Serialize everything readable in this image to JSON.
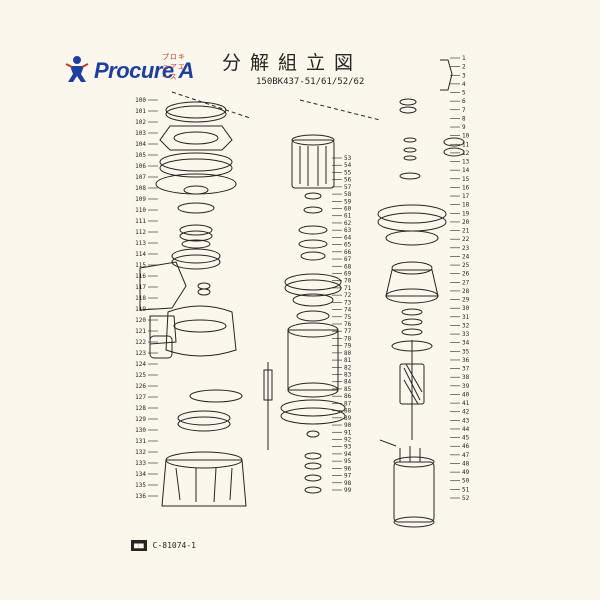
{
  "logo": {
    "brand": "Procure A",
    "kana": "プロキュアエース",
    "brand_color": "#1e3fa0",
    "accent_color": "#c7372f"
  },
  "header": {
    "title": "分解組立図",
    "model": "150BK437-51/61/52/62"
  },
  "footer": {
    "stamp_label": "■■",
    "drawing_no": "C-81074-1"
  },
  "part_numbers": {
    "left": [
      "100",
      "101",
      "102",
      "103",
      "104",
      "105",
      "106",
      "107",
      "108",
      "109",
      "110",
      "111",
      "112",
      "113",
      "114",
      "115",
      "116",
      "117",
      "118",
      "119",
      "120",
      "121",
      "122",
      "123",
      "124",
      "125",
      "126",
      "127",
      "128",
      "129",
      "130",
      "131",
      "132",
      "133",
      "134",
      "135",
      "136"
    ],
    "center": [
      "53",
      "54",
      "55",
      "56",
      "57",
      "58",
      "59",
      "60",
      "61",
      "62",
      "63",
      "64",
      "65",
      "66",
      "67",
      "68",
      "69",
      "70",
      "71",
      "72",
      "73",
      "74",
      "75",
      "76",
      "77",
      "78",
      "79",
      "80",
      "81",
      "82",
      "83",
      "84",
      "85",
      "86",
      "87",
      "88",
      "89",
      "90",
      "91",
      "92",
      "93",
      "94",
      "95",
      "96",
      "97",
      "98",
      "99"
    ],
    "right": [
      "1",
      "2",
      "3",
      "4",
      "5",
      "6",
      "7",
      "8",
      "9",
      "10",
      "11",
      "12",
      "13",
      "14",
      "15",
      "16",
      "17",
      "18",
      "19",
      "20",
      "21",
      "22",
      "23",
      "24",
      "25",
      "26",
      "27",
      "28",
      "29",
      "30",
      "31",
      "32",
      "33",
      "34",
      "35",
      "36",
      "37",
      "38",
      "39",
      "40",
      "41",
      "42",
      "43",
      "44",
      "45",
      "46",
      "47",
      "48",
      "49",
      "50",
      "51",
      "52"
    ]
  }
}
